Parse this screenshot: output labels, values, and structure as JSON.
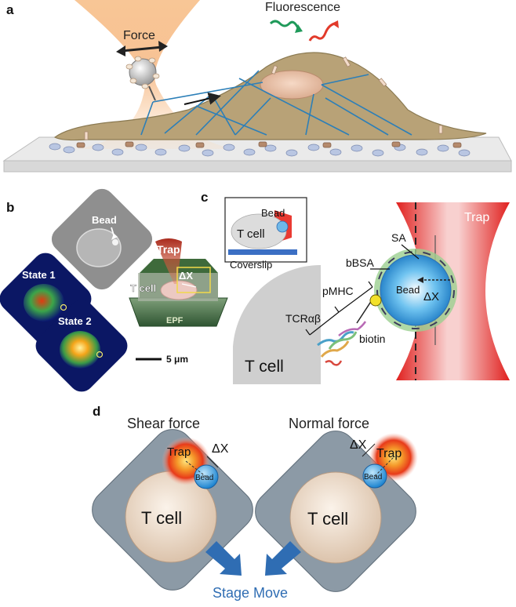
{
  "panels": {
    "a": {
      "letter": "a",
      "force_label": "Force",
      "fluorescence_label": "Fluorescence"
    },
    "b": {
      "letter": "b",
      "bead_label": "Bead",
      "state1_label": "State 1",
      "state2_label": "State 2",
      "trap_label": "Trap",
      "tcell_label": "T cell",
      "dx_label": "ΔX",
      "epf_label": "EPF",
      "scale_label": "5 μm"
    },
    "c": {
      "letter": "c",
      "inset_bead_label": "Bead",
      "inset_tcell_label": "T cell",
      "inset_coverslip_label": "Coverslip",
      "trap_label": "Trap",
      "sa_label": "SA",
      "bbsa_label": "bBSA",
      "pmhc_label": "pMHC",
      "tcr_label": "TCRαβ",
      "bead_label": "Bead",
      "dx_label": "ΔX",
      "biotin_label": "biotin",
      "tcell_label": "T cell"
    },
    "d": {
      "letter": "d",
      "shear_title": "Shear force",
      "normal_title": "Normal force",
      "trap_label": "Trap",
      "bead_label": "Bead",
      "dx_label": "ΔX",
      "tcell_label": "T cell",
      "stage_label": "Stage Move"
    }
  },
  "colors": {
    "accent_blue": "#2f6db3",
    "trap_red": "#e0201e",
    "cell_gray": "#8c9aa6"
  }
}
